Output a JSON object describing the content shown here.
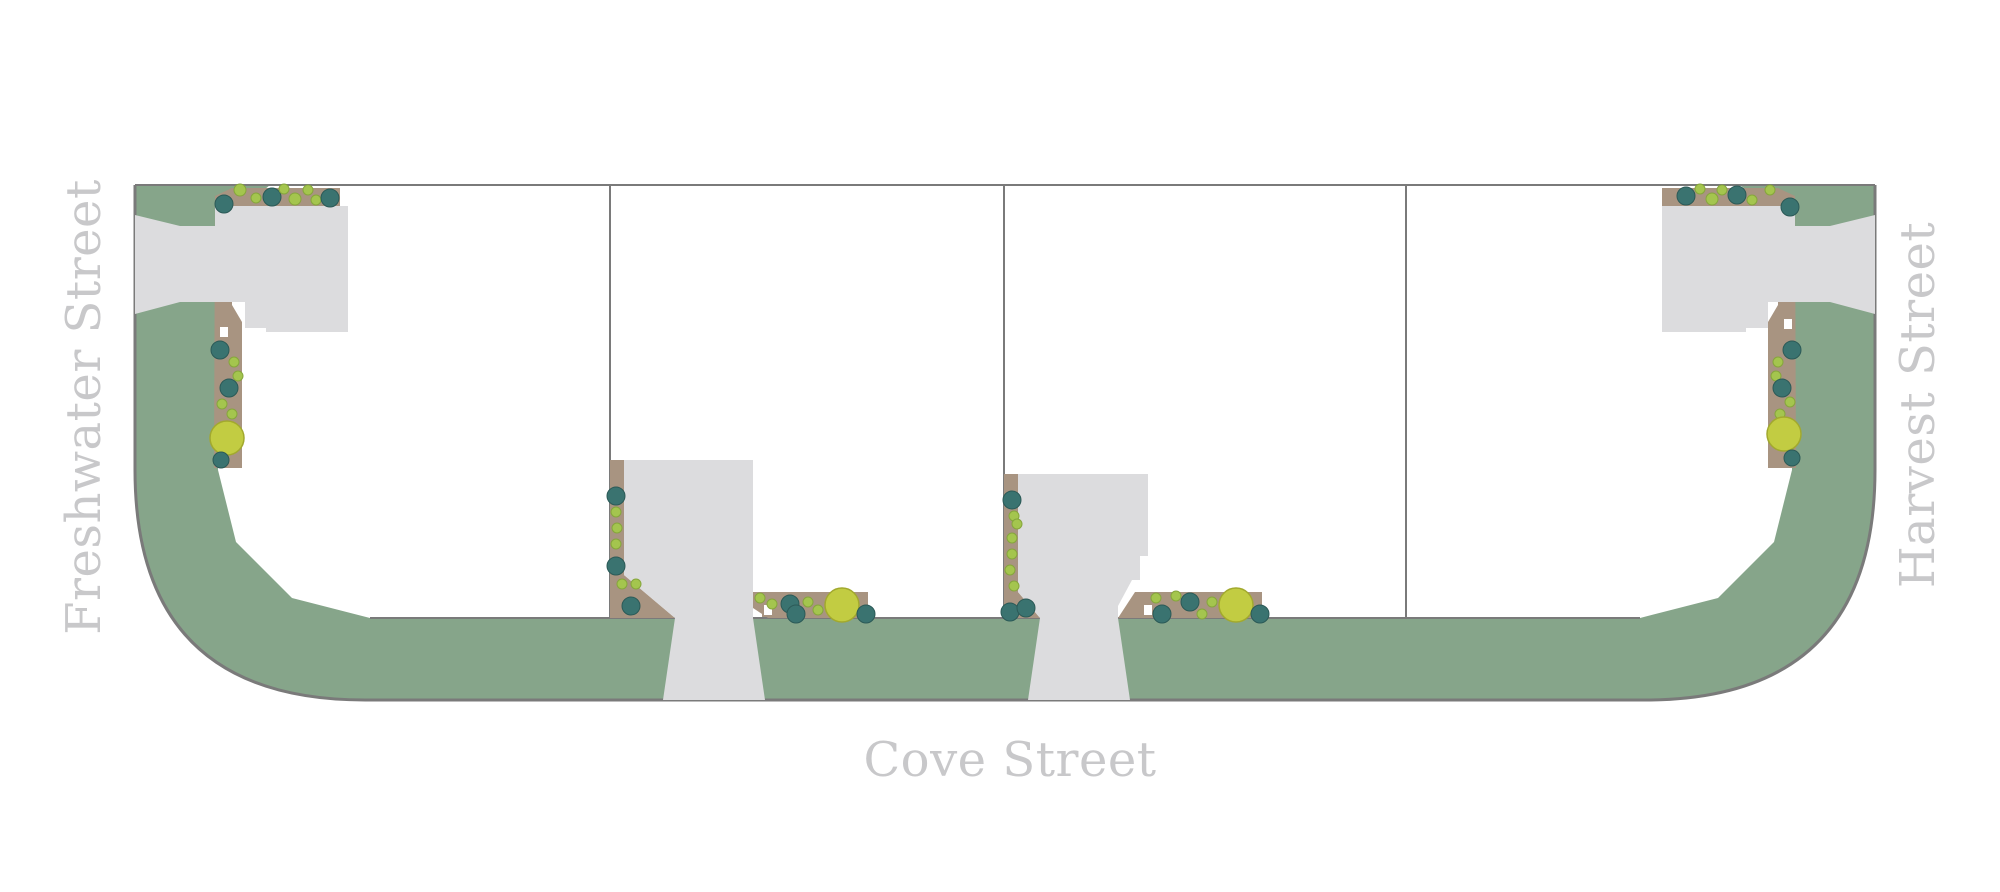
{
  "streets": {
    "west": "Freshwater Street",
    "south": "Cove Street",
    "east": "Harvest Street"
  },
  "colors": {
    "background": "#ffffff",
    "lawn": "#86a58a",
    "pavement": "#dcdcde",
    "planter_soil": "#a89481",
    "boundary_line": "#7a7a7a",
    "tree_dark": "#3a7370",
    "shrub_light": "#a4c54e",
    "shrub_yellow": "#c2cc42",
    "street_label": "#c8c8ca"
  },
  "lots": {
    "count": 4
  },
  "icons": [
    "evergreen-tree-icon",
    "shrub-icon",
    "flowering-bush-icon"
  ]
}
